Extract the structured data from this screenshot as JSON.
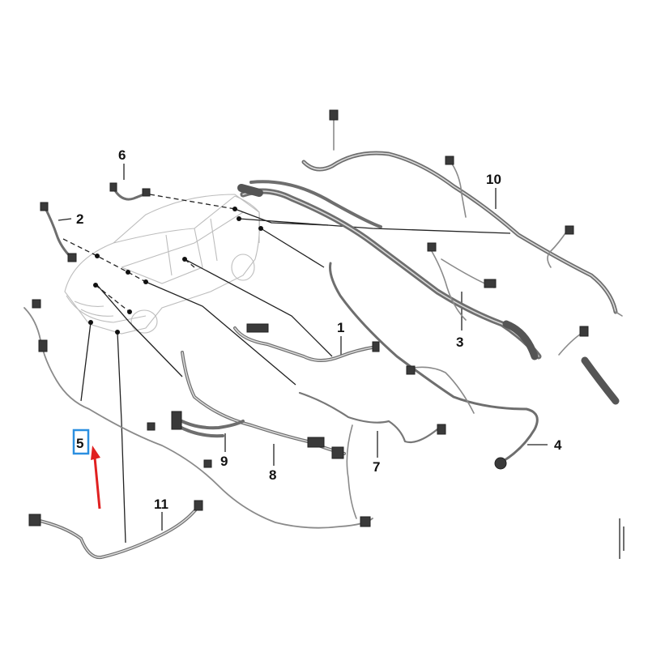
{
  "callouts": [
    {
      "id": "1",
      "label": "1"
    },
    {
      "id": "2",
      "label": "2"
    },
    {
      "id": "3",
      "label": "3"
    },
    {
      "id": "4",
      "label": "4"
    },
    {
      "id": "5",
      "label": "5"
    },
    {
      "id": "6",
      "label": "6"
    },
    {
      "id": "7",
      "label": "7"
    },
    {
      "id": "8",
      "label": "8"
    },
    {
      "id": "9",
      "label": "9"
    },
    {
      "id": "10",
      "label": "10"
    },
    {
      "id": "11",
      "label": "11"
    }
  ],
  "highlight": {
    "callout": "5",
    "box_color": "#2b8fe0",
    "arrow_color": "#e02020"
  },
  "colors": {
    "harness": "#6e6e6e",
    "car_outline": "#bdbdbd",
    "text": "#111111"
  }
}
